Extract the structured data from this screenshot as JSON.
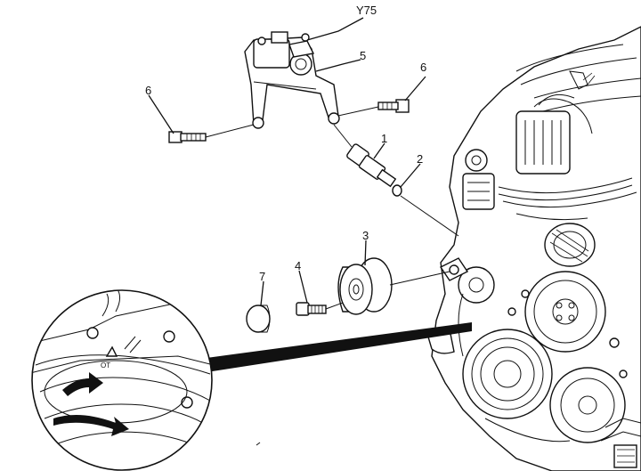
{
  "callouts": {
    "y75": "Y75",
    "five": "5",
    "six_left": "6",
    "six_right": "6",
    "one": "1",
    "two": "2",
    "three": "3",
    "four": "4",
    "seven": "7"
  },
  "detail_marks": {
    "timing_mark": "OT"
  }
}
